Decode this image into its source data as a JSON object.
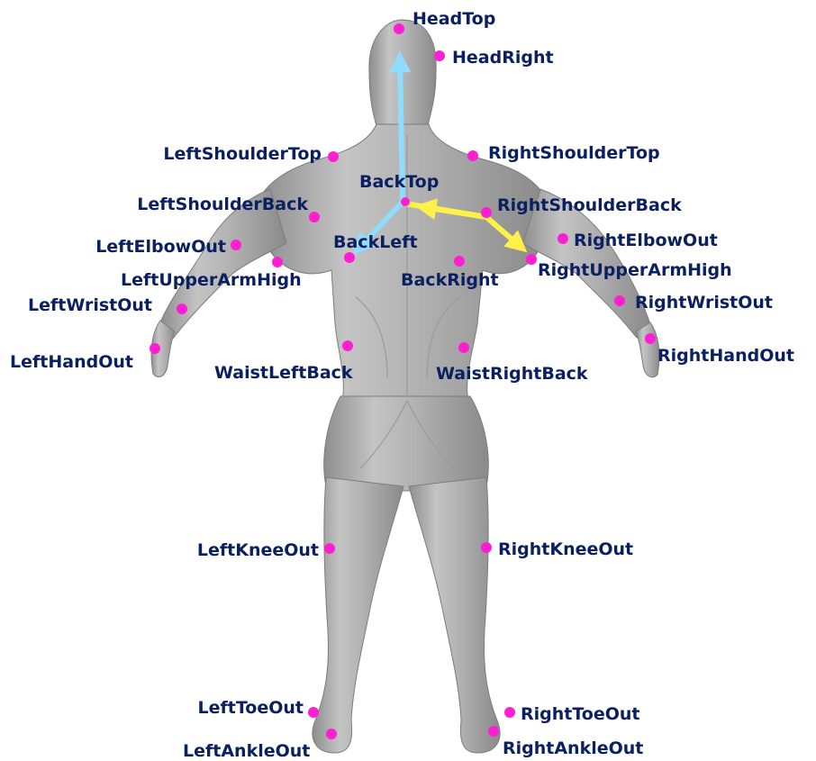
{
  "colors": {
    "label": "#0b2060",
    "marker": "#ff1fd2",
    "body": "#a9a9a9",
    "axis_vertical": "#8fdcff",
    "axis_lateral": "#fff04a"
  },
  "markers": {
    "HeadTop": "HeadTop",
    "HeadRight": "HeadRight",
    "LeftShoulderTop": "LeftShoulderTop",
    "RightShoulderTop": "RightShoulderTop",
    "BackTop": "BackTop",
    "LeftShoulderBack": "LeftShoulderBack",
    "RightShoulderBack": "RightShoulderBack",
    "LeftElbowOut": "LeftElbowOut",
    "BackLeft": "BackLeft",
    "RightElbowOut": "RightElbowOut",
    "LeftUpperArmHigh": "LeftUpperArmHigh",
    "BackRight": "BackRight",
    "RightUpperArmHigh": "RightUpperArmHigh",
    "LeftWristOut": "LeftWristOut",
    "RightWristOut": "RightWristOut",
    "LeftHandOut": "LeftHandOut",
    "WaistLeftBack": "WaistLeftBack",
    "WaistRightBack": "WaistRightBack",
    "RightHandOut": "RightHandOut",
    "LeftKneeOut": "LeftKneeOut",
    "RightKneeOut": "RightKneeOut",
    "LeftToeOut": "LeftToeOut",
    "RightToeOut": "RightToeOut",
    "LeftAnkleOut": "LeftAnkleOut",
    "RightAnkleOut": "RightAnkleOut"
  }
}
